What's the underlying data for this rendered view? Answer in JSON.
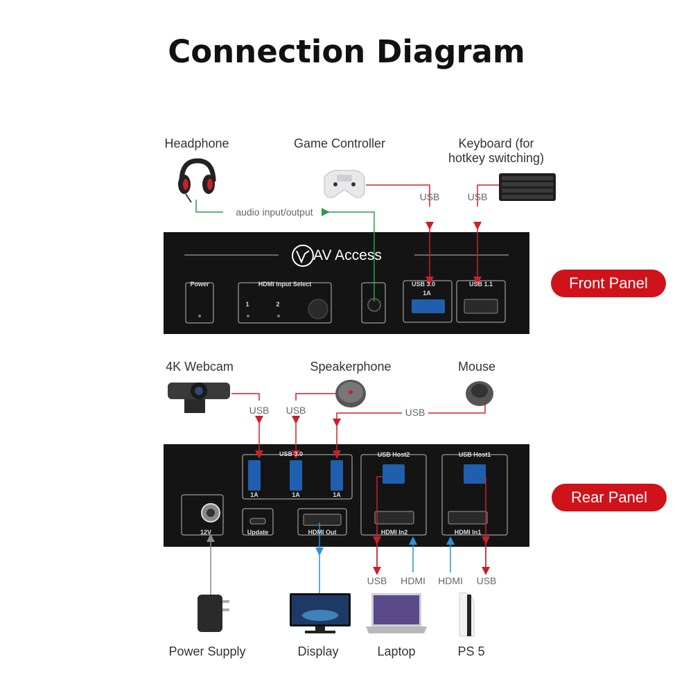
{
  "title": "Connection Diagram",
  "brand": "AV Access",
  "badges": {
    "front": "Front Panel",
    "rear": "Rear Panel"
  },
  "devices": {
    "headphone": "Headphone",
    "game_controller": "Game Controller",
    "keyboard_line1": "Keyboard (for",
    "keyboard_line2": "hotkey switching)",
    "webcam": "4K Webcam",
    "speakerphone": "Speakerphone",
    "mouse": "Mouse",
    "power_supply": "Power Supply",
    "display": "Display",
    "laptop": "Laptop",
    "ps5": "PS 5"
  },
  "connections": {
    "audio": "audio input/output",
    "usb": "USB",
    "hdmi": "HDMI"
  },
  "front_panel": {
    "power": "Power",
    "hdmi_input_select": "HDMI Input Select",
    "input_1": "1",
    "input_2": "2",
    "usb30": "USB 3.0",
    "usb30_amp": "1A",
    "usb11": "USB 1.1"
  },
  "rear_panel": {
    "usb30": "USB 3.0",
    "port_amp": "1A",
    "usb_host2": "USB Host2",
    "usb_host1": "USB Host1",
    "power_in": "12V",
    "update": "Update",
    "hdmi_out": "HDMI Out",
    "hdmi_in2": "HDMI In2",
    "hdmi_in1": "HDMI In1"
  },
  "colors": {
    "usb_line": "#c8202a",
    "hdmi_line": "#2f8fd6",
    "audio_line": "#2a9d4a",
    "power_line": "#888888",
    "badge": "#d0121b",
    "panel": "#141414"
  }
}
